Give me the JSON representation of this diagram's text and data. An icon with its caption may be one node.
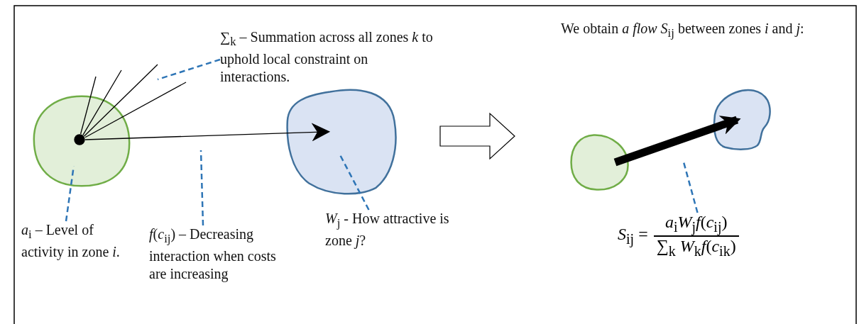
{
  "diagram": {
    "nodes": [
      {
        "text": [],
        "shape": "circle"
      },
      {
        "text": [],
        "shape": "circle",
        "in": 0
      },
      {
        "text": [],
        "shape": "circle"
      },
      {
        "text": [
          "*a*$_{i}$ – Level of activity in zone *i*."
        ]
      },
      {
        "text": [
          "*f*(*c*$_{ij}$) – Decreasing interaction when costs are increasing"
        ]
      },
      {
        "text": [
          "*W*$_{j}$ - How attractive is zone *j*?"
        ]
      },
      {
        "text": [
          "∑$_{k}$ – Summation across all zones *k* to uphold local constraint on interactions."
        ]
      },
      {
        "text": [],
        "shape": "circle"
      },
      {
        "text": [],
        "shape": "circle"
      },
      {
        "text": [
          "*S*$_{ij}$ =",
          "*a*$_{i}$*W*$_{j}$*f*(*c*$_{ij}$)",
          "∑$_{k}$ *W*$_{k}$*f*(*c*$_{ik}$)"
        ]
      }
    ],
    "edges": [
      {
        "from": 1,
        "to": 2,
        "arrow": "to"
      },
      {
        "from": 1,
        "to": null,
        "arrow": "none"
      },
      {
        "from": 1,
        "to": null,
        "arrow": "none"
      },
      {
        "from": 1,
        "to": null,
        "arrow": "none"
      },
      {
        "from": 1,
        "to": null,
        "arrow": "none"
      },
      {
        "from": 3,
        "to": 0,
        "arrow": "none",
        "style": "dashed",
        "color": "#2e75b6"
      },
      {
        "from": 4,
        "to": null,
        "arrow": "none",
        "style": "dashed",
        "color": "#2e75b6"
      },
      {
        "from": 5,
        "to": 2,
        "arrow": "none",
        "style": "dashed",
        "color": "#2e75b6"
      },
      {
        "from": 6,
        "to": null,
        "arrow": "none",
        "style": "dashed",
        "color": "#2e75b6"
      },
      {
        "from": 7,
        "to": 8,
        "arrow": "to",
        "style": "thick"
      },
      {
        "from": 9,
        "to": null,
        "arrow": "none",
        "style": "dashed",
        "color": "#2e75b6"
      }
    ],
    "labels": [
      "We obtain *a flow S*$_{ij}$ between zones *i* and *j*:"
    ]
  }
}
